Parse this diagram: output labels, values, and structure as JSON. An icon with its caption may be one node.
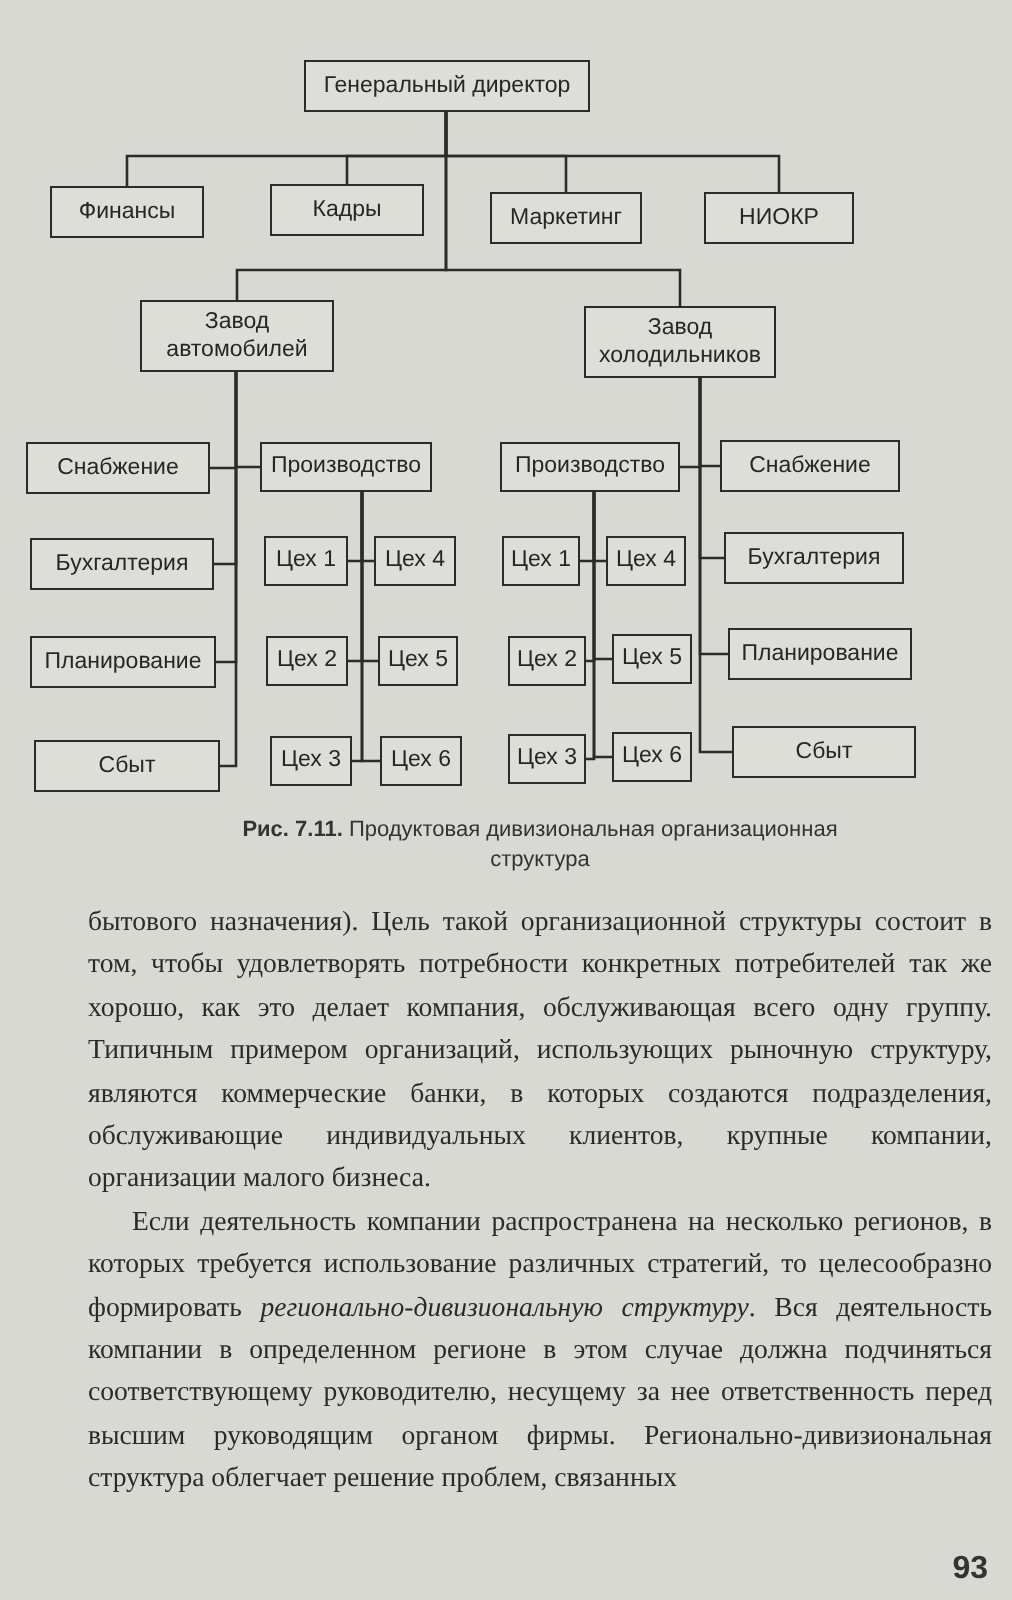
{
  "diagram": {
    "caption": "**Рис. 7.11.** Продуктовая дивизиональная организационная структура",
    "nodes": [
      {
        "text": [
          "Генеральный директор"
        ]
      },
      {
        "text": [
          "Финансы"
        ]
      },
      {
        "text": [
          "Кадры"
        ]
      },
      {
        "text": [
          "Маркетинг"
        ]
      },
      {
        "text": [
          "НИОКР"
        ]
      },
      {
        "text": [
          "Завод автомобилей"
        ]
      },
      {
        "text": [
          "Завод холодильников"
        ]
      },
      {
        "text": [
          "Снабжение"
        ]
      },
      {
        "text": [
          "Производство"
        ]
      },
      {
        "text": [
          "Производство"
        ]
      },
      {
        "text": [
          "Снабжение"
        ]
      },
      {
        "text": [
          "Бухгалтерия"
        ]
      },
      {
        "text": [
          "Цех 1"
        ]
      },
      {
        "text": [
          "Цех 4"
        ]
      },
      {
        "text": [
          "Цех 1"
        ]
      },
      {
        "text": [
          "Цех 4"
        ]
      },
      {
        "text": [
          "Бухгалтерия"
        ]
      },
      {
        "text": [
          "Планирование"
        ]
      },
      {
        "text": [
          "Цех 2"
        ]
      },
      {
        "text": [
          "Цех 5"
        ]
      },
      {
        "text": [
          "Цех 2"
        ]
      },
      {
        "text": [
          "Цех 5"
        ]
      },
      {
        "text": [
          "Планирование"
        ]
      },
      {
        "text": [
          "Сбыт"
        ]
      },
      {
        "text": [
          "Цех 3"
        ]
      },
      {
        "text": [
          "Цех 6"
        ]
      },
      {
        "text": [
          "Цех 3"
        ]
      },
      {
        "text": [
          "Цех 6"
        ]
      },
      {
        "text": [
          "Сбыт"
        ]
      }
    ],
    "edges": [
      {
        "from": 0,
        "to": 1,
        "arrow": "none"
      },
      {
        "from": 0,
        "to": 2,
        "arrow": "none"
      },
      {
        "from": 0,
        "to": 3,
        "arrow": "none"
      },
      {
        "from": 0,
        "to": 4,
        "arrow": "none"
      },
      {
        "from": 0,
        "to": 5,
        "arrow": "none"
      },
      {
        "from": 0,
        "to": 6,
        "arrow": "none"
      },
      {
        "from": 5,
        "to": 7,
        "arrow": "none"
      },
      {
        "from": 5,
        "to": 8,
        "arrow": "none"
      },
      {
        "from": 5,
        "to": 11,
        "arrow": "none"
      },
      {
        "from": 5,
        "to": 17,
        "arrow": "none"
      },
      {
        "from": 5,
        "to": 23,
        "arrow": "none"
      },
      {
        "from": 6,
        "to": 9,
        "arrow": "none"
      },
      {
        "from": 6,
        "to": 10,
        "arrow": "none"
      },
      {
        "from": 6,
        "to": 16,
        "arrow": "none"
      },
      {
        "from": 6,
        "to": 22,
        "arrow": "none"
      },
      {
        "from": 6,
        "to": 28,
        "arrow": "none"
      },
      {
        "from": 8,
        "to": 12,
        "arrow": "none"
      },
      {
        "from": 8,
        "to": 13,
        "arrow": "none"
      },
      {
        "from": 8,
        "to": 18,
        "arrow": "none"
      },
      {
        "from": 8,
        "to": 19,
        "arrow": "none"
      },
      {
        "from": 8,
        "to": 24,
        "arrow": "none"
      },
      {
        "from": 8,
        "to": 25,
        "arrow": "none"
      },
      {
        "from": 9,
        "to": 14,
        "arrow": "none"
      },
      {
        "from": 9,
        "to": 15,
        "arrow": "none"
      },
      {
        "from": 9,
        "to": 20,
        "arrow": "none"
      },
      {
        "from": 9,
        "to": 21,
        "arrow": "none"
      },
      {
        "from": 9,
        "to": 26,
        "arrow": "none"
      },
      {
        "from": 9,
        "to": 27,
        "arrow": "none"
      }
    ],
    "labels": [
      "бытового назначения). Цель такой организационной структуры состоит в том, чтобы удовлетворять потребности конкретных потребителей так же хорошо, как это делает компания, обслуживающая всего одну группу. Типичным примером организаций, использующих рыночную структуру, являются коммерческие банки, в которых создаются подразделения, обслуживающие индивидуальных клиентов, крупные компании, организации малого бизнеса.",
      "Если деятельность компании распространена на несколько регионов, в которых требуется использование различных стратегий, то целесообразно формировать *регионально-дивизиональную структуру*. Вся деятельность компании в определенном регионе в этом случае должна подчиняться соответствующему руководителю, несущему за нее ответственность перед высшим руководящим органом фирмы. Регионально-дивизиональная структура облегчает решение проблем, связанных",
      "93"
    ]
  }
}
